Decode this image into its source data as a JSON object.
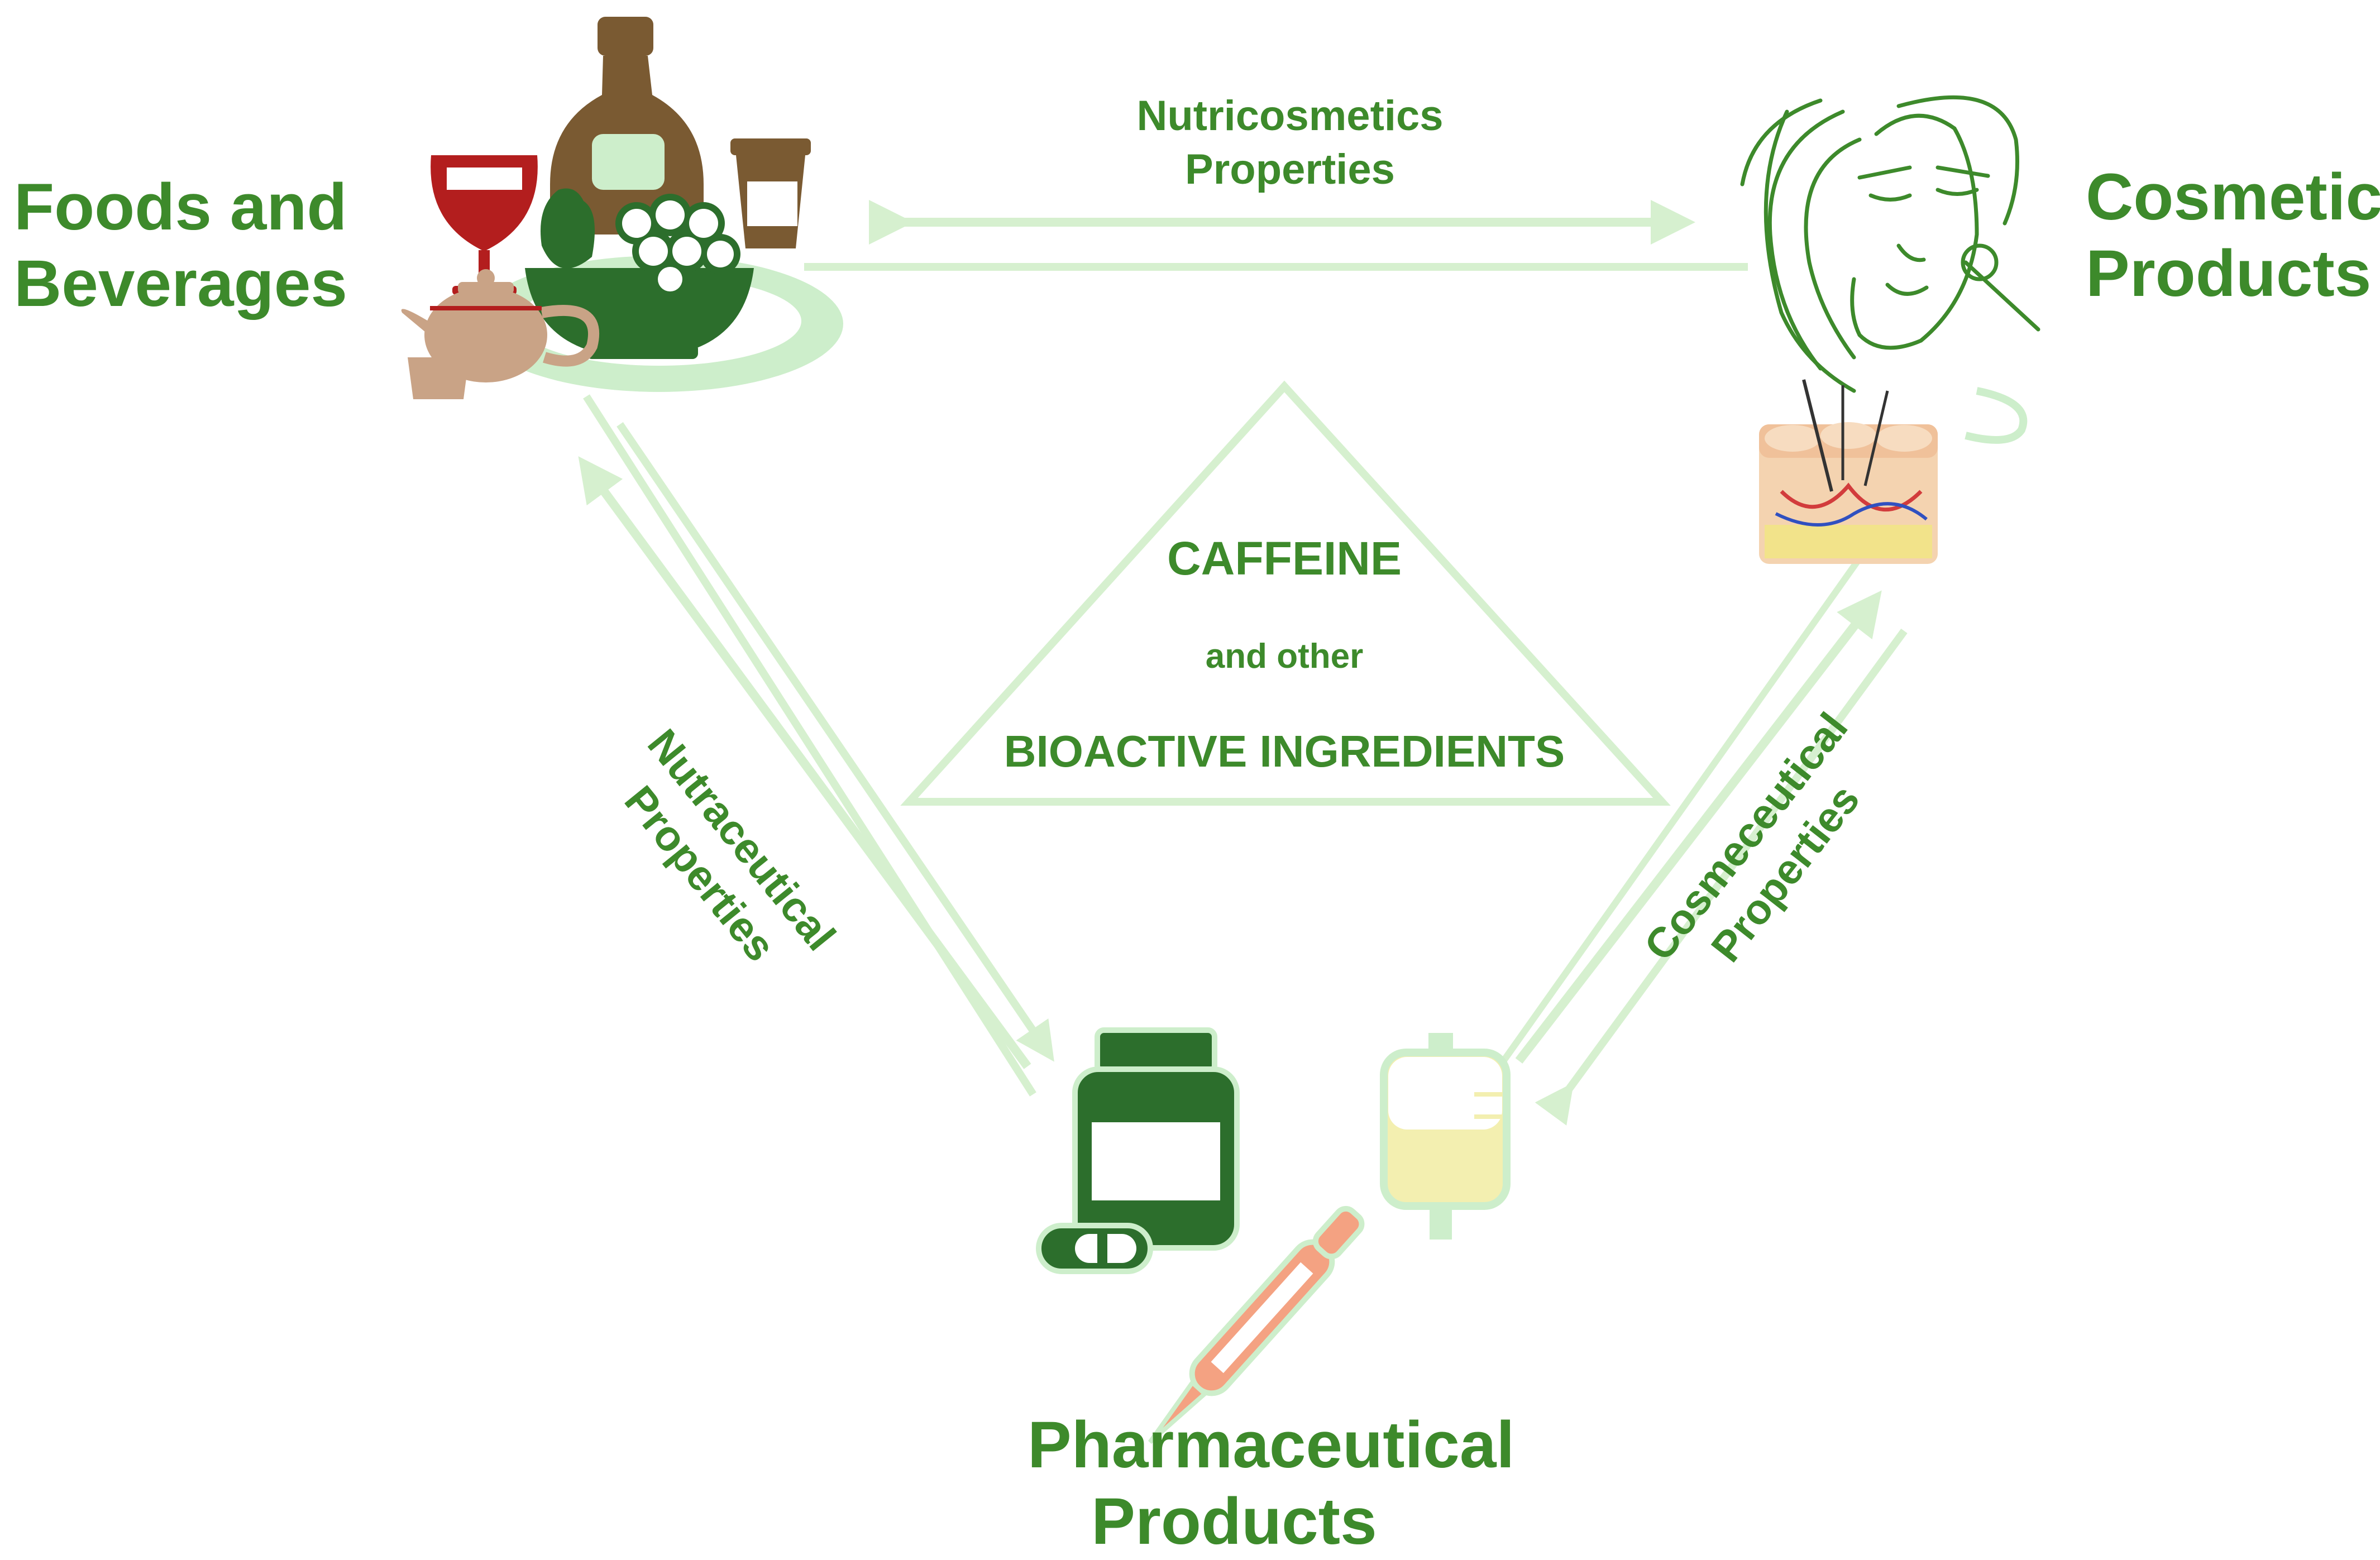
{
  "nodes": {
    "foods": {
      "line1": "Foods and",
      "line2": "Beverages"
    },
    "cosmetic": {
      "line1": "Cosmetic",
      "line2": "Products"
    },
    "pharma": {
      "line1": "Pharmaceutical",
      "line2": "Products"
    }
  },
  "edges": {
    "nutricosmetics": {
      "line1": "Nutricosmetics",
      "line2": "Properties"
    },
    "nutraceutical": {
      "line1": "Nutraceutical",
      "line2": "Properties"
    },
    "cosmeceutical": {
      "line1": "Cosmeceutical",
      "line2": "Properties"
    }
  },
  "center": {
    "line1": "CAFFEINE",
    "line2": "and other",
    "line3": "BIOACTIVE INGREDIENTS"
  },
  "colors": {
    "label_green": "#3d8a2b",
    "arrow_green": "#d6f0cf",
    "dark_green": "#2c6e2c",
    "wine_red": "#b31e1e",
    "brown": "#7a5a32",
    "tan": "#c9a386",
    "iv_yellow": "#f3efb0"
  },
  "icons": [
    "wine-glass-icon",
    "bottle-icon",
    "coffee-cup-icon",
    "fruit-bowl-icon",
    "teapot-icon",
    "woman-face-icon",
    "skin-layer-icon",
    "pill-bottle-icon",
    "capsule-icon",
    "dropper-icon",
    "iv-bag-icon"
  ]
}
